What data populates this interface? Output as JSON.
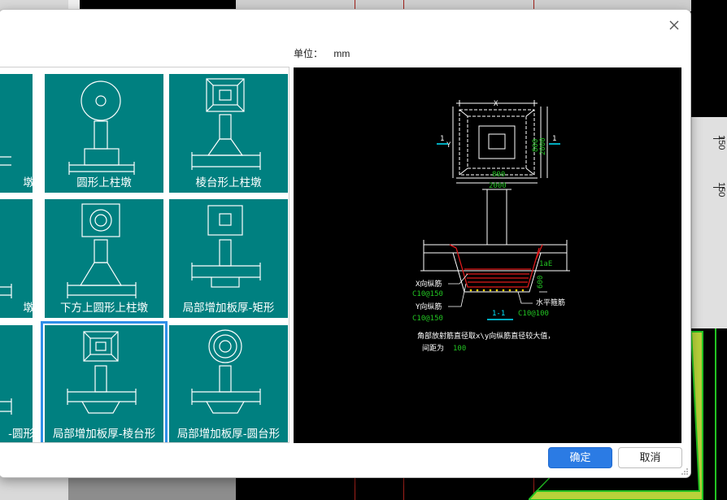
{
  "dialog": {
    "unit_label": "单位：",
    "unit_value": "mm",
    "ok_label": "确定",
    "cancel_label": "取消"
  },
  "thumbnails": [
    {
      "label": "墩"
    },
    {
      "label": "圆形上柱墩"
    },
    {
      "label": "棱台形上柱墩"
    },
    {
      "label": "墩"
    },
    {
      "label": "下方上圆形上柱墩"
    },
    {
      "label": "局部增加板厚-矩形"
    },
    {
      "label": "-圆形"
    },
    {
      "label": "局部增加板厚-棱台形",
      "selected": true
    },
    {
      "label": "局部增加板厚-圆台形"
    }
  ],
  "preview": {
    "dim_x": "X",
    "dim_y": "Y",
    "dim_800_h": "800",
    "dim_2000_h": "2000",
    "dim_800_v": "800",
    "dim_2000_v": "2000",
    "section_mark": "1",
    "dim_side": "1aE",
    "dim_600": "600",
    "x_rebar_label": "X向纵筋",
    "x_rebar_value": "C10@150",
    "y_rebar_label": "Y向纵筋",
    "y_rebar_value": "C10@150",
    "stirrup_label": "水平箍筋",
    "stirrup_value": "C10@100",
    "section_name": "1-1",
    "note_line1": "角部放射筋直径取x\\y向纵筋直径较大值，",
    "note_line2_prefix": "间距为",
    "note_line2_value": "100"
  },
  "background": {
    "ruler_values": [
      "150",
      "150"
    ]
  },
  "colors": {
    "thumb_bg": "#008080",
    "selected_outline": "#2f8fe8",
    "ok_button": "#2b7be4",
    "cad_green": "#22c322",
    "cad_cyan": "#00e5ff",
    "cad_red": "#e0191b"
  }
}
